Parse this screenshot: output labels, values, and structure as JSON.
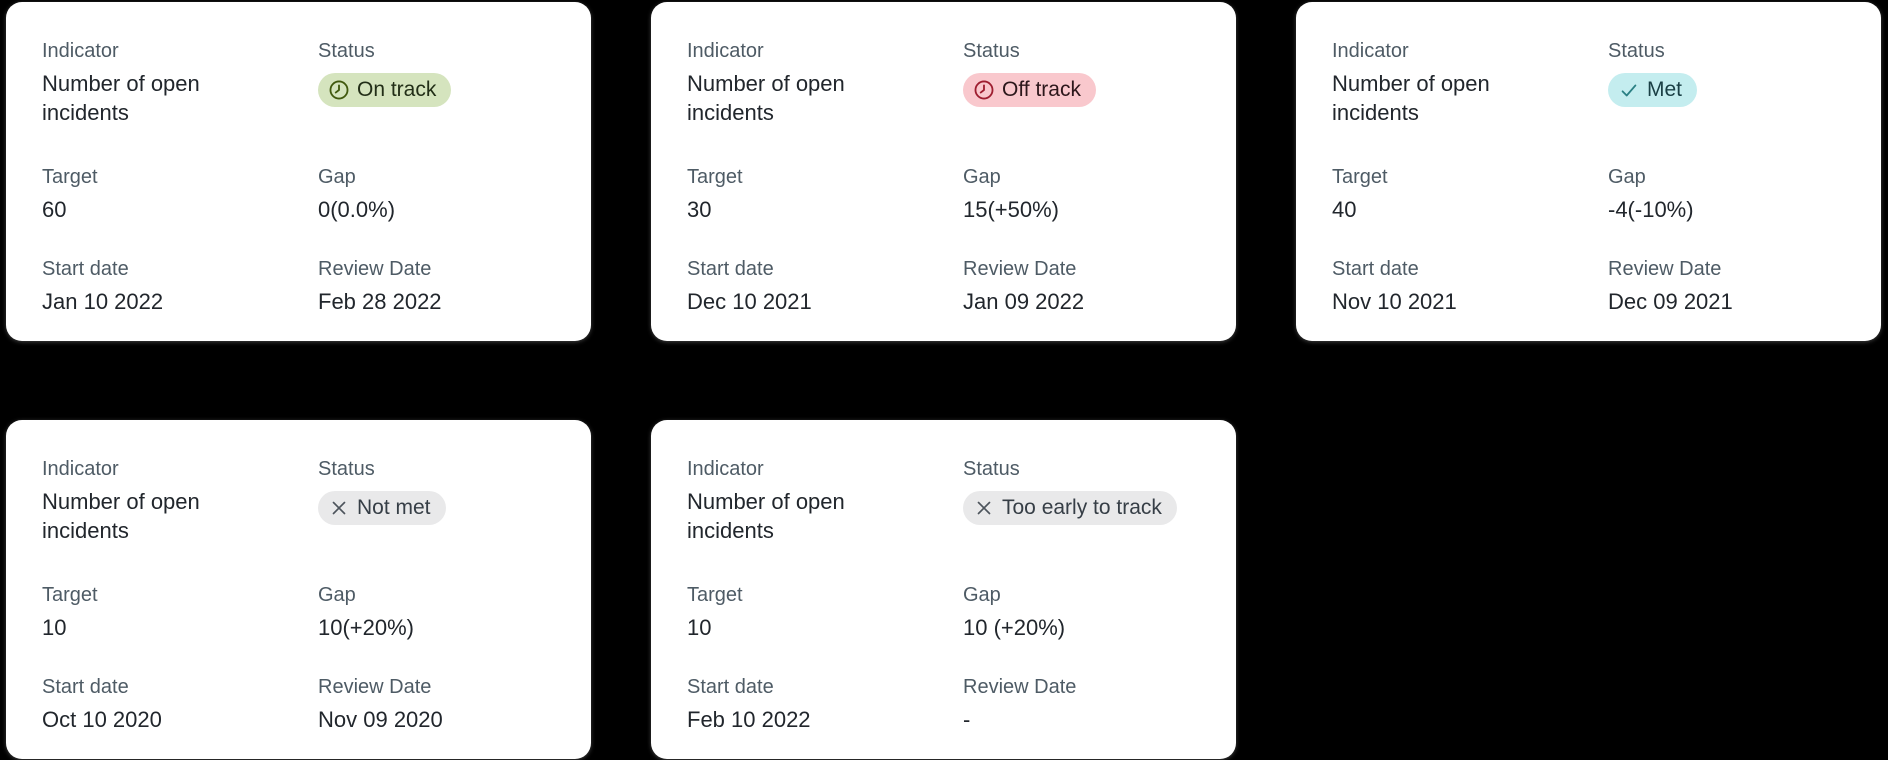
{
  "page": {
    "background_color": "#000000",
    "card_background_color": "#ffffff",
    "label_text_color": "#4e5b65",
    "value_text_color": "#21262c"
  },
  "labels": {
    "indicator": "Indicator",
    "status": "Status",
    "target": "Target",
    "gap": "Gap",
    "start_date": "Start date",
    "review_date": "Review Date"
  },
  "cards": [
    {
      "indicator": "Number of open incidents",
      "status": {
        "label": "On track",
        "icon": "clock-icon",
        "bg_color": "#d5e4be",
        "text_color": "#222e17",
        "icon_color": "#41590e"
      },
      "target": "60",
      "gap": "0(0.0%)",
      "start_date": "Jan 10 2022",
      "review_date": "Feb 28 2022"
    },
    {
      "indicator": "Number of open incidents",
      "status": {
        "label": "Off track",
        "icon": "clock-icon",
        "bg_color": "#f9c8cd",
        "text_color": "#2c171b",
        "icon_color": "#9e1e30"
      },
      "target": "30",
      "gap": "15(+50%)",
      "start_date": "Dec 10 2021",
      "review_date": "Jan 09 2022"
    },
    {
      "indicator": "Number of open incidents",
      "status": {
        "label": "Met",
        "icon": "check-icon",
        "bg_color": "#c4edef",
        "text_color": "#1a3f45",
        "icon_color": "#2a8084"
      },
      "target": "40",
      "gap": "-4(-10%)",
      "start_date": "Nov 10 2021",
      "review_date": "Dec 09 2021"
    },
    {
      "indicator": "Number of open incidents",
      "status": {
        "label": "Not met",
        "icon": "x-icon",
        "bg_color": "#e9e9ea",
        "text_color": "#363e46",
        "icon_color": "#4d545c"
      },
      "target": "10",
      "gap": "10(+20%)",
      "start_date": "Oct 10 2020",
      "review_date": "Nov 09 2020"
    },
    {
      "indicator": "Number of open incidents",
      "status": {
        "label": "Too early to track",
        "icon": "x-icon",
        "bg_color": "#e9e9ea",
        "text_color": "#363e46",
        "icon_color": "#4d545c"
      },
      "target": "10",
      "gap": "10 (+20%)",
      "start_date": "Feb 10 2022",
      "review_date": "-"
    }
  ]
}
